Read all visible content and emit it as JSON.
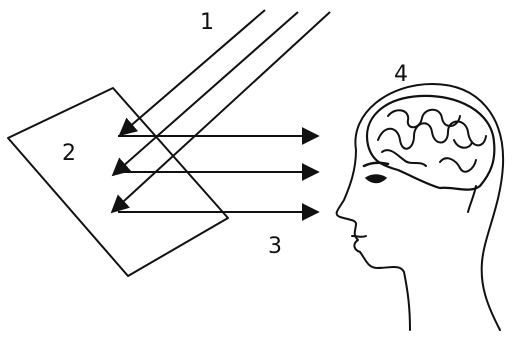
{
  "labels": {
    "one": "1",
    "two": "2",
    "three": "3",
    "four": "4"
  },
  "stroke_color": "#111111",
  "background_color": "#ffffff"
}
